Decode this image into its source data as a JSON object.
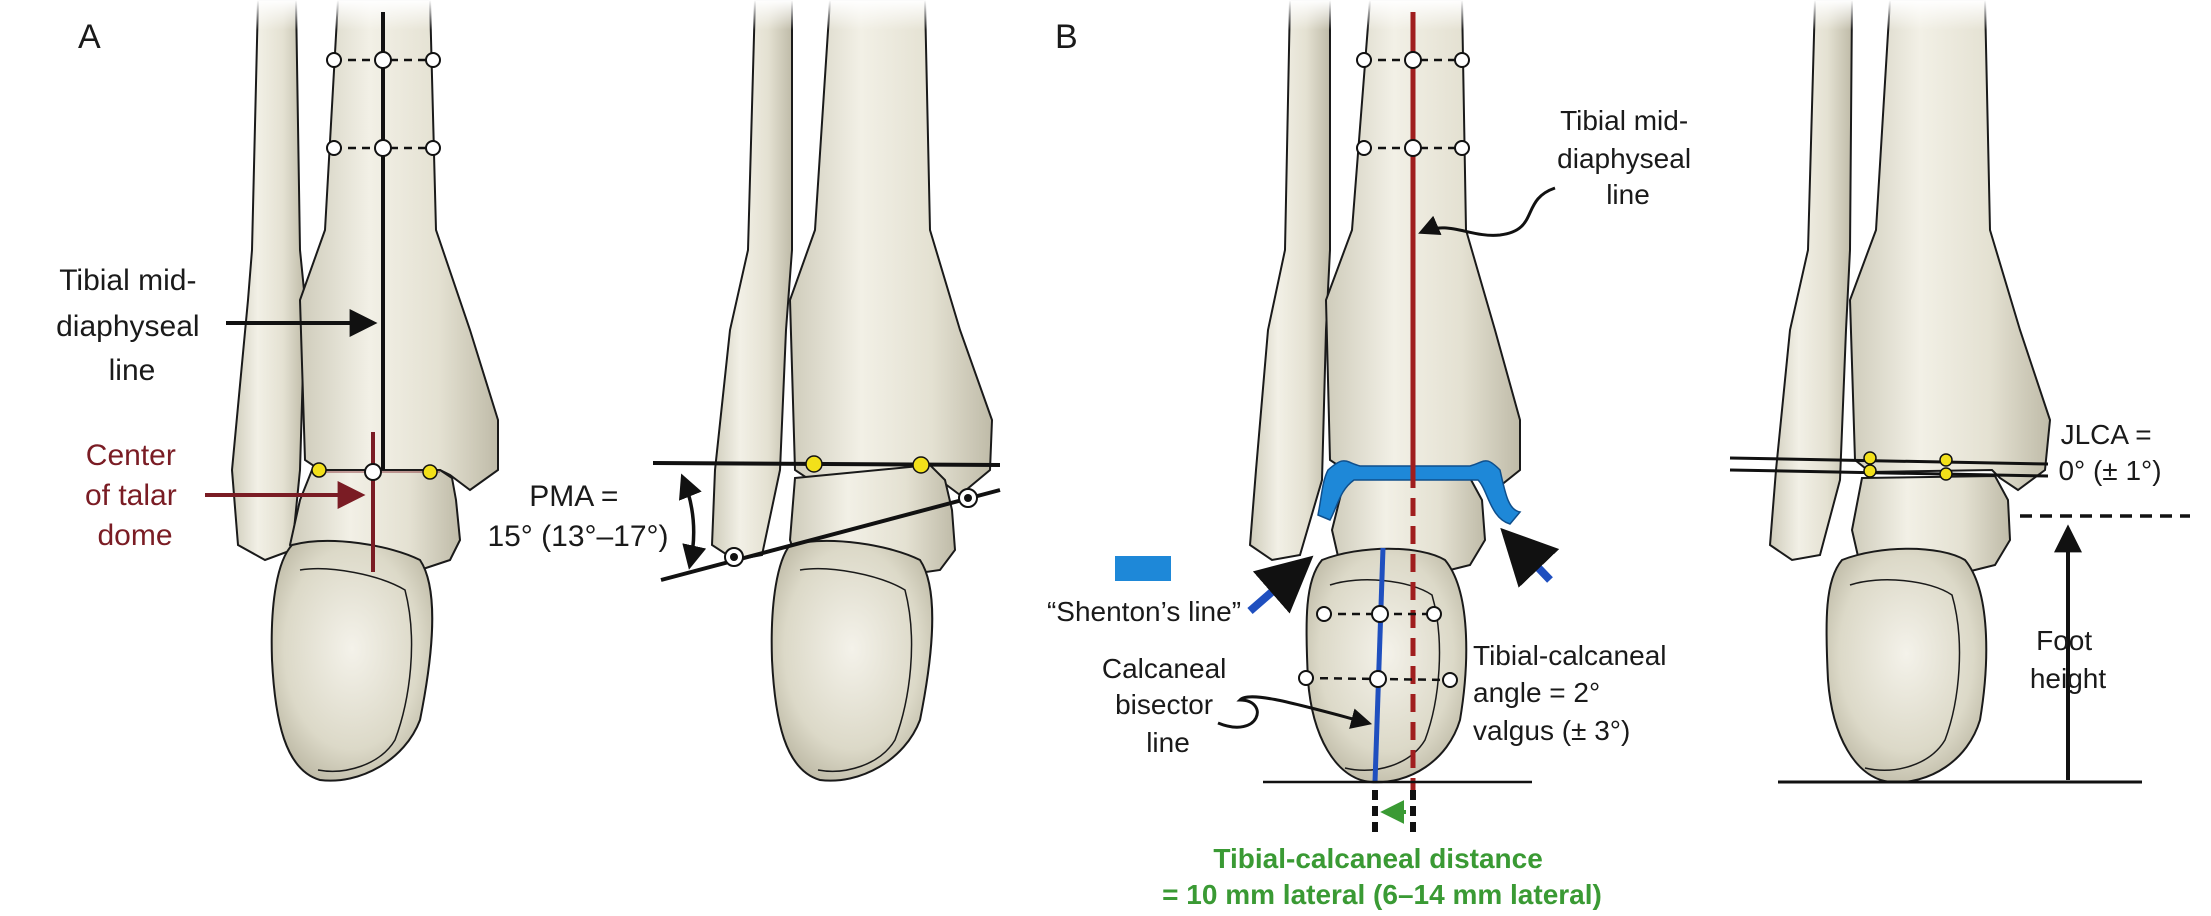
{
  "panels": {
    "a": {
      "letter": "A",
      "tibial_label": [
        "Tibial mid-",
        "diaphyseal",
        "line"
      ],
      "talar_label": [
        "Center",
        "of talar",
        "dome"
      ],
      "pma_label": [
        "PMA =",
        "15° (13°–17°)"
      ]
    },
    "b": {
      "letter": "B",
      "tibial_label": [
        "Tibial mid-",
        "diaphyseal",
        "line"
      ],
      "shenton_label": "“Shenton’s line”",
      "calcaneal_label": [
        "Calcaneal",
        "bisector",
        "line"
      ],
      "tc_angle_label": [
        "Tibial-calcaneal",
        "angle = 2°",
        "valgus (± 3°)"
      ],
      "distance_label": [
        "Tibial-calcaneal distance",
        "= 10 mm lateral (6–14 mm lateral)"
      ],
      "jlca_label": [
        "JLCA =",
        "0° (± 1°)"
      ],
      "foot_height_label": [
        "Foot",
        "height"
      ]
    }
  },
  "colors": {
    "bone_fill": "#ebe9dc",
    "bone_stroke": "#1a1a1a",
    "axis_black": "#111111",
    "axis_red": "#a01e1e",
    "talar_maroon": "#7a1c24",
    "calcaneal_blue": "#1f4fbf",
    "shenton_blue": "#1e88d8",
    "marker_yellow": "#f2e01a",
    "distance_green": "#3a9a34",
    "text": "#1a1a1a"
  }
}
